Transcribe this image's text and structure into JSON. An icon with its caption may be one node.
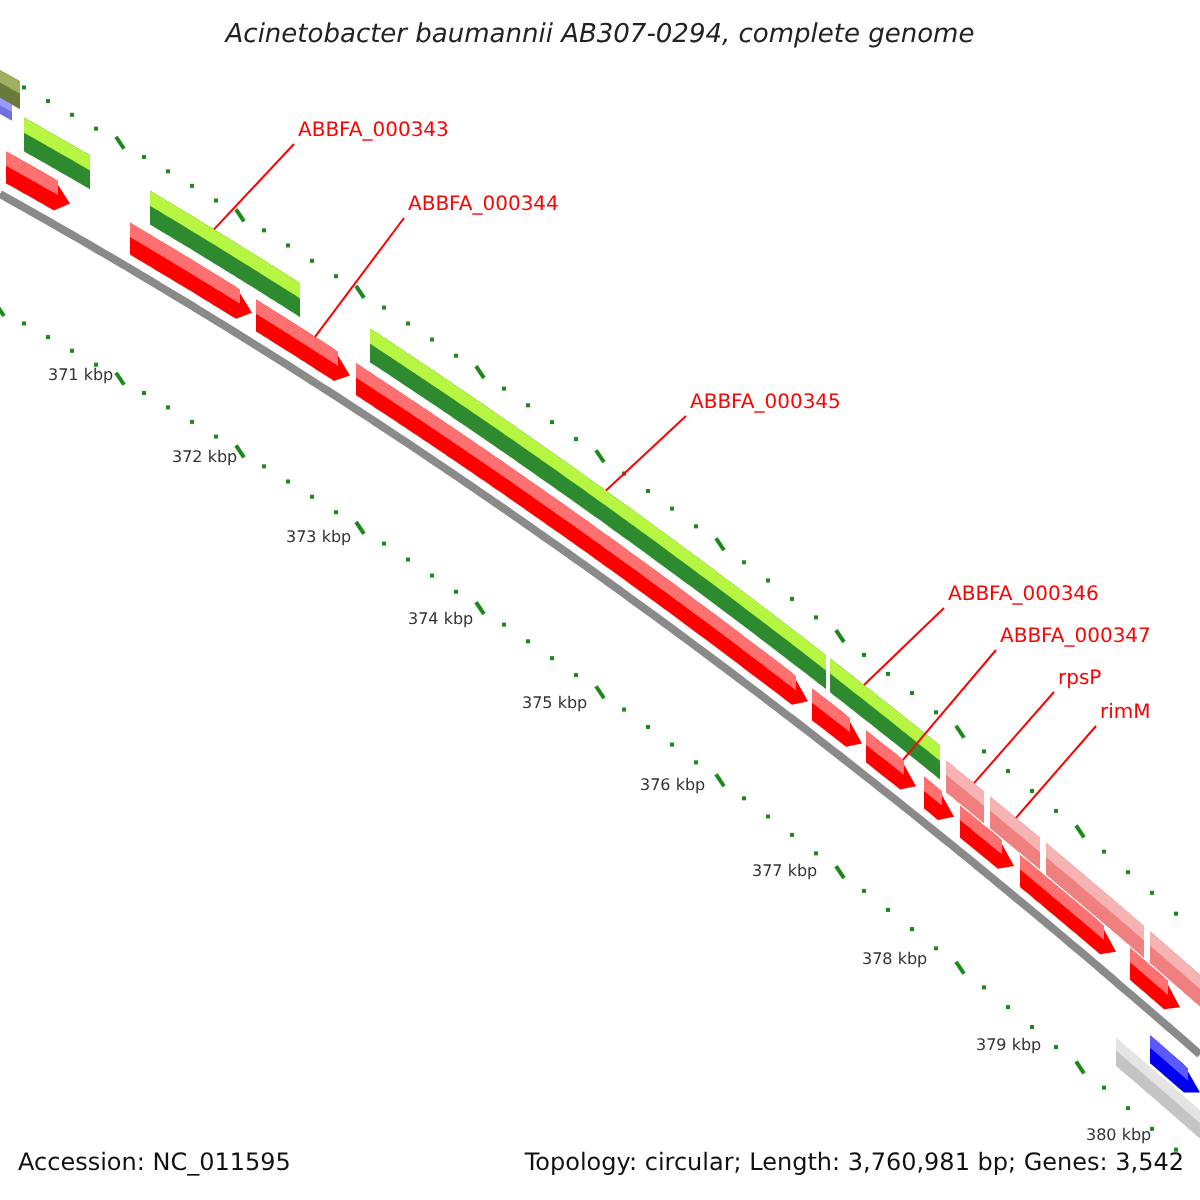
{
  "diagram": {
    "title": "Acinetobacter baumannii AB307-0294, complete genome",
    "nodes": [
      {
        "text": [
          "ABBFA_000343"
        ]
      },
      {
        "text": [
          "ABBFA_000344"
        ]
      },
      {
        "text": [
          "ABBFA_000345"
        ]
      },
      {
        "text": [
          "ABBFA_000346"
        ]
      },
      {
        "text": [
          "ABBFA_000347"
        ]
      },
      {
        "text": [
          "rpsP"
        ]
      },
      {
        "text": [
          "rimM"
        ]
      },
      {
        "text": [],
        "shape": "bar"
      },
      {
        "text": [],
        "shape": "bar"
      },
      {
        "text": [],
        "shape": "arrow"
      },
      {
        "text": [],
        "shape": "bar"
      },
      {
        "text": [],
        "shape": "arrow"
      },
      {
        "text": [],
        "shape": "bar"
      },
      {
        "text": [],
        "shape": "arrow"
      },
      {
        "text": [],
        "shape": "arrow"
      },
      {
        "text": [],
        "shape": "bar"
      },
      {
        "text": [],
        "shape": "arrow"
      },
      {
        "text": [],
        "shape": "bar"
      },
      {
        "text": [],
        "shape": "arrow"
      },
      {
        "text": [],
        "shape": "arrow"
      },
      {
        "text": [],
        "shape": "bar"
      },
      {
        "text": [],
        "shape": "arrow"
      },
      {
        "text": [],
        "shape": "bar"
      },
      {
        "text": [],
        "shape": "arrow"
      },
      {
        "text": [],
        "shape": "bar"
      },
      {
        "text": [],
        "shape": "bar"
      },
      {
        "text": [],
        "shape": "arrow"
      },
      {
        "text": [],
        "shape": "bar"
      },
      {
        "text": [],
        "shape": "arrow"
      }
    ],
    "edges": [
      {
        "from": 0,
        "to": 12,
        "arrow": "none"
      },
      {
        "from": 1,
        "to": 13,
        "arrow": "none"
      },
      {
        "from": 2,
        "to": 15,
        "arrow": "none"
      },
      {
        "from": 3,
        "to": 17,
        "arrow": "none"
      },
      {
        "from": 4,
        "to": 18,
        "arrow": "none"
      },
      {
        "from": 5,
        "to": 20,
        "arrow": "none"
      },
      {
        "from": 6,
        "to": 22,
        "arrow": "none"
      }
    ],
    "labels": [
      "371 kbp",
      "372 kbp",
      "373 kbp",
      "374 kbp",
      "375 kbp",
      "376 kbp",
      "377 kbp",
      "378 kbp",
      "379 kbp",
      "380 kbp",
      "Accession: NC_011595",
      "Topology: circular; Length: 3,760,981 bp; Genes: 3,542"
    ]
  }
}
